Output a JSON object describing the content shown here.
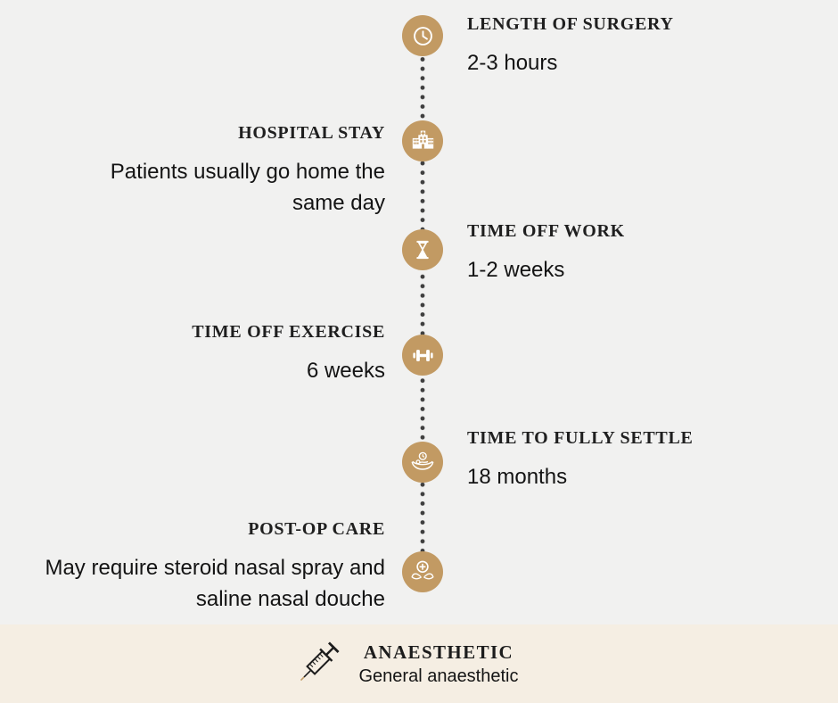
{
  "colors": {
    "background": "#f1f1f0",
    "footer_background": "#f5eee3",
    "accent_circle": "#c29a63",
    "dot": "#3f3f3f",
    "title_text": "#1f1f1f",
    "body_text": "#141414"
  },
  "timeline": {
    "items": [
      {
        "side": "right",
        "icon": "clock-icon",
        "title": "LENGTH OF SURGERY",
        "lines": [
          "2-3 hours"
        ]
      },
      {
        "side": "left",
        "icon": "hospital-icon",
        "title": "HOSPITAL STAY",
        "lines": [
          "Patients usually go home the",
          "same day"
        ]
      },
      {
        "side": "right",
        "icon": "hourglass-icon",
        "title": "TIME OFF WORK",
        "lines": [
          "1-2 weeks"
        ]
      },
      {
        "side": "left",
        "icon": "dumbbell-icon",
        "title": "TIME OFF EXERCISE",
        "lines": [
          "6 weeks"
        ]
      },
      {
        "side": "right",
        "icon": "rest-clock-icon",
        "title": "TIME TO FULLY SETTLE",
        "lines": [
          "18 months"
        ]
      },
      {
        "side": "left",
        "icon": "hands-cross-icon",
        "title": "POST-OP CARE",
        "lines": [
          "May require steroid nasal spray and",
          "saline nasal douche"
        ]
      }
    ]
  },
  "footer": {
    "icon": "syringe-icon",
    "title": "ANAESTHETIC",
    "subtitle": "General anaesthetic"
  }
}
